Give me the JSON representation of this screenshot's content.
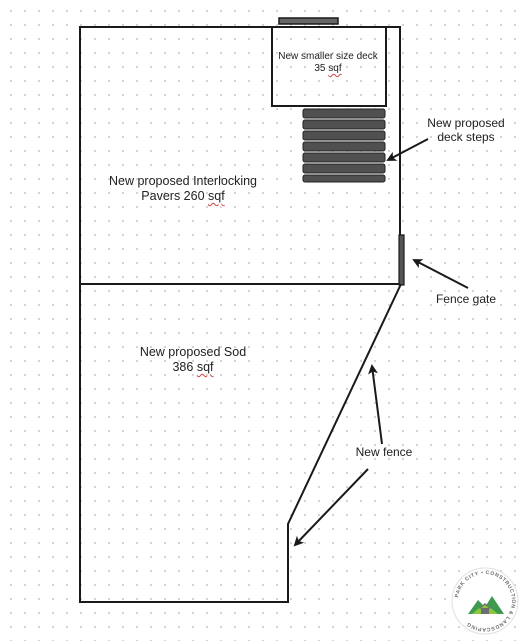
{
  "labels": {
    "deck": {
      "line1": "New smaller size deck",
      "value": "35",
      "unit": "sqf"
    },
    "pavers": {
      "line1": "New proposed Interlocking",
      "line2_prefix": "Pavers 260",
      "unit": "sqf"
    },
    "sod": {
      "line1": "New proposed Sod",
      "value": "386",
      "unit": "sqf"
    },
    "steps": {
      "line1": "New proposed",
      "line2": "deck steps"
    },
    "gate": "Fence gate",
    "fence": "New fence"
  },
  "logo": {
    "text": "PARK CITY CONSTRUCTION & LANDSCAPING",
    "colors": {
      "green": "#3d9a4e",
      "light_green": "#8cc63f",
      "gray": "#6d6e71"
    }
  },
  "colors": {
    "line": "#1a1a1a",
    "step_fill": "#555555",
    "grid_dot": "#c9c9c9"
  }
}
